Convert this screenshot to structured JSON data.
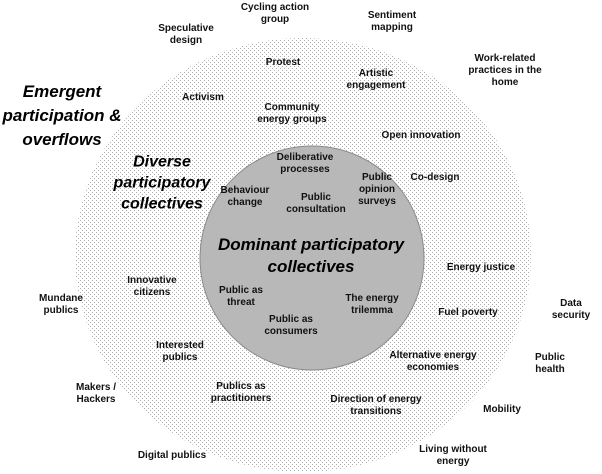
{
  "titles": {
    "emergent": "Emergent\nparticipation &\noverflows",
    "diverse": "Diverse\nparticipatory\ncollectives",
    "dominant": "Dominant participatory\ncollectives"
  },
  "colors": {
    "inner_fill": "#b8b8b8",
    "inner_stroke": "#8a8a8a",
    "stipple": "#9a9a9a",
    "text": "#111111"
  },
  "inner_labels": [
    "Deliberative\nprocesses",
    "Behaviour\nchange",
    "Public\nconsultation",
    "Public\nopinion\nsurveys",
    "Public as\nthreat",
    "Public as\nconsumers",
    "The energy\ntrilemma"
  ],
  "middle_labels": [
    "Protest",
    "Artistic\nengagement",
    "Activism",
    "Community\nenergy groups",
    "Open innovation",
    "Co-design",
    "Energy justice",
    "Innovative\ncitizens",
    "Fuel poverty",
    "Interested\npublics",
    "Alternative energy\neconomies",
    "Publics as\npractitioners",
    "Direction of energy\ntransitions"
  ],
  "outer_labels": [
    "Cycling action\ngroup",
    "Sentiment\nmapping",
    "Speculative\ndesign",
    "Work-related\npractices in the\nhome",
    "Mundane\npublics",
    "Data security",
    "Public health",
    "Makers /\nHackers",
    "Mobility",
    "Digital publics",
    "Living without\nenergy"
  ]
}
